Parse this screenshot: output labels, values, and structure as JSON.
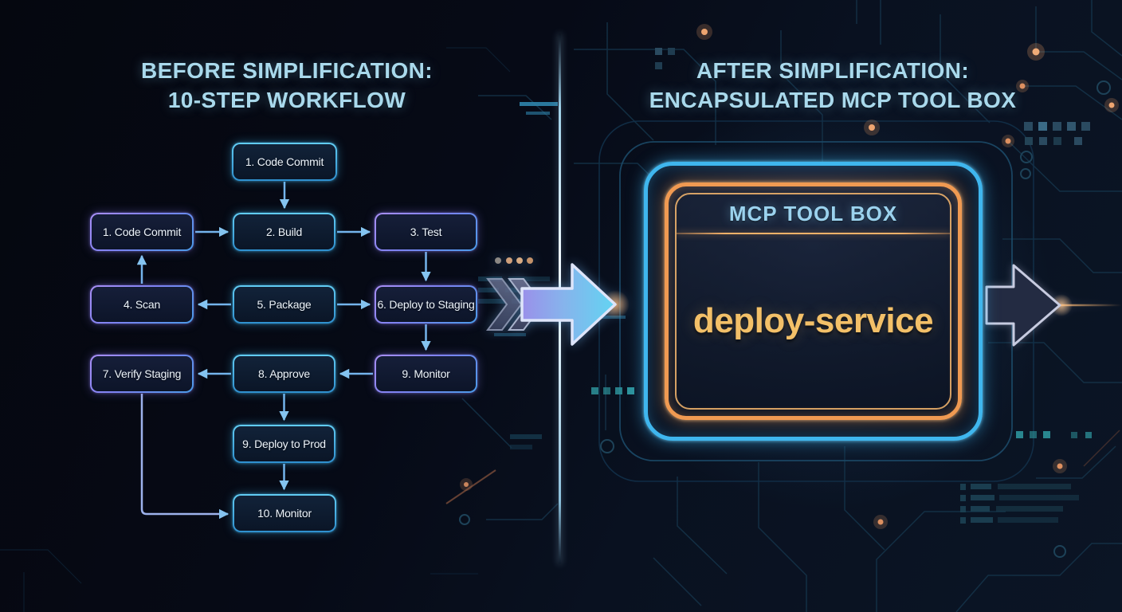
{
  "titles": {
    "left_line1": "BEFORE SIMPLIFICATION:",
    "left_line2": "10-STEP WORKFLOW",
    "right_line1": "AFTER SIMPLIFICATION:",
    "right_line2": "ENCAPSULATED MCP TOOL BOX"
  },
  "workflow": {
    "steps": [
      {
        "label": "1. Code Commit",
        "variant": "cyan"
      },
      {
        "label": "1. Code Commit",
        "variant": "purple"
      },
      {
        "label": "2. Build",
        "variant": "cyan"
      },
      {
        "label": "3. Test",
        "variant": "purple"
      },
      {
        "label": "4. Scan",
        "variant": "purple"
      },
      {
        "label": "5. Package",
        "variant": "cyan"
      },
      {
        "label": "6. Deploy to Staging",
        "variant": "purple"
      },
      {
        "label": "7. Verify Staging",
        "variant": "purple"
      },
      {
        "label": "8. Approve",
        "variant": "cyan"
      },
      {
        "label": "9. Monitor",
        "variant": "purple"
      },
      {
        "label": "9. Deploy to Prod",
        "variant": "cyan"
      },
      {
        "label": "10. Monitor",
        "variant": "cyan"
      }
    ]
  },
  "toolbox": {
    "header": "MCP TOOL BOX",
    "tool_name": "deploy-service"
  },
  "colors": {
    "accent_cyan": "#4ab9e8",
    "accent_purple": "#9b86f2",
    "accent_orange": "#f09a52",
    "accent_gold": "#f3c068",
    "title_blue": "#a9d9ec",
    "background": "#060a16"
  }
}
